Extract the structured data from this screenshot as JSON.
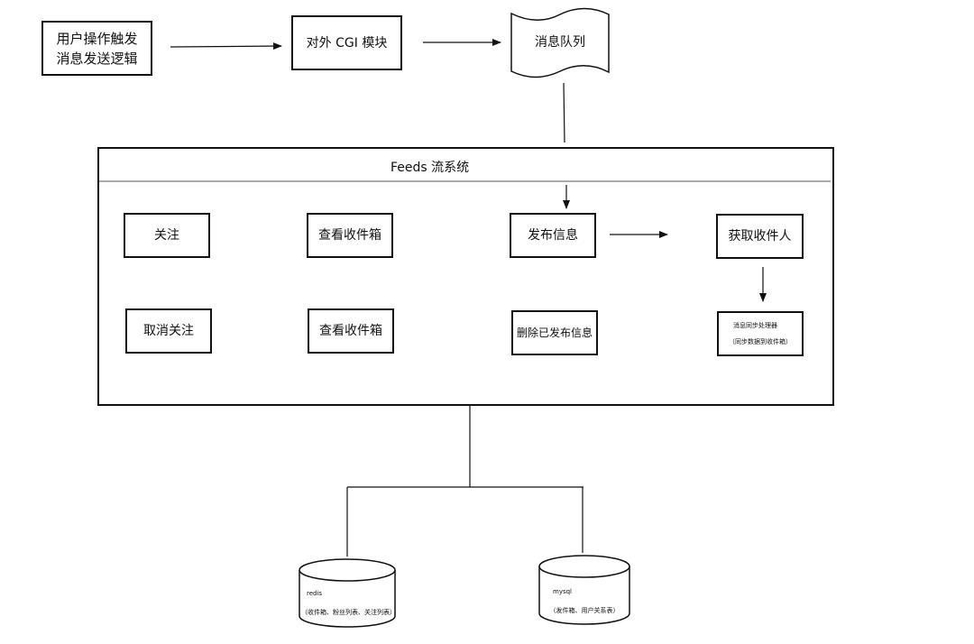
{
  "top_flow": {
    "user_trigger": {
      "line1": "用户操作触发",
      "line2": "消息发送逻辑"
    },
    "cgi_module": "对外 CGI 模块",
    "message_queue": "消息队列"
  },
  "feeds_system": {
    "title": "Feeds 流系统",
    "follow": "关注",
    "unfollow": "取消关注",
    "view_inbox_1": "查看收件箱",
    "view_inbox_2": "查看收件箱",
    "publish": "发布信息",
    "delete_published": "删除已发布信息",
    "get_recipients": "获取收件人",
    "sync_processor": {
      "line1": "消息同步处理器",
      "line2": "（同步数据到收件箱）"
    }
  },
  "storage": {
    "redis": {
      "name": "redis",
      "desc": "（收件箱、粉丝列表、关注列表）"
    },
    "mysql": {
      "name": "mysql",
      "desc": "（发件箱、用户关系表）"
    }
  }
}
